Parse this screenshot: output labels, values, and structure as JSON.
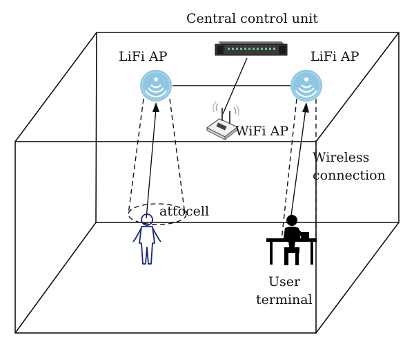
{
  "labels": {
    "control_unit": "Central control unit",
    "lifi_ap_left": "LiFi AP",
    "lifi_ap_right": "LiFi AP",
    "wifi_ap": "WiFi AP",
    "wireless_connection_line1": "Wireless",
    "wireless_connection_line2": "connection",
    "attocell": "attocell",
    "user_terminal_line1": "User",
    "user_terminal_line2": "terminal"
  },
  "icons": {
    "lifi_ap": "lifi-ap-icon",
    "wifi_ap": "wifi-router-icon",
    "control_unit": "rack-server-icon",
    "standing_user": "standing-person-icon",
    "seated_user": "seated-person-at-desk-icon"
  },
  "colors": {
    "lines": "#111111",
    "lifi_ap_fill": "#8fc6e3",
    "lifi_ap_signal": "#ffffff",
    "standing_user_stroke": "#1a237e",
    "seated_user_fill": "#000000"
  }
}
